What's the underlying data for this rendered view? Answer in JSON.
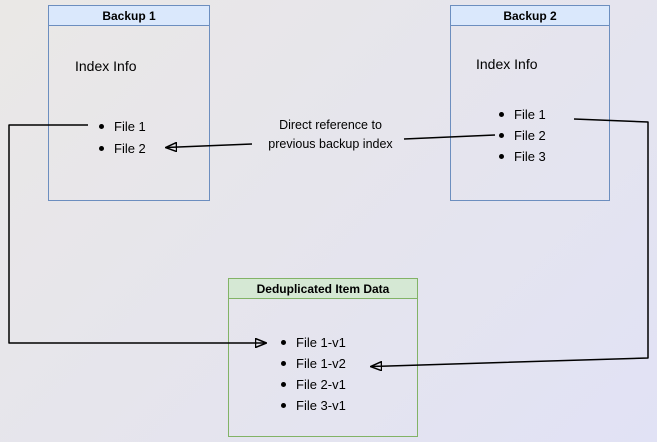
{
  "colors": {
    "blue_border": "#6c8ebf",
    "blue_header_fill": "#dae8fc",
    "green_border": "#82b366",
    "green_header_fill": "#d5e8d4",
    "arrow": "#000000"
  },
  "boxes": {
    "backup1": {
      "title": "Backup 1",
      "section": "Index Info",
      "items": [
        "File 1",
        "File 2"
      ]
    },
    "backup2": {
      "title": "Backup 2",
      "section": "Index Info",
      "items": [
        "File 1",
        "File 2",
        "File 3"
      ]
    },
    "dedup": {
      "title": "Deduplicated Item Data",
      "items": [
        "File 1-v1",
        "File 1-v2",
        "File 2-v1",
        "File 3-v1"
      ]
    }
  },
  "annotation": {
    "line1": "Direct reference to",
    "line2": "previous backup index"
  },
  "arrows": [
    {
      "name": "backup2-file2-to-backup1-file2",
      "label": "Direct reference to previous backup index"
    },
    {
      "name": "backup1-file1-to-dedup-file1-v1",
      "label": ""
    },
    {
      "name": "backup2-file1-to-dedup-file1-v2",
      "label": ""
    }
  ]
}
